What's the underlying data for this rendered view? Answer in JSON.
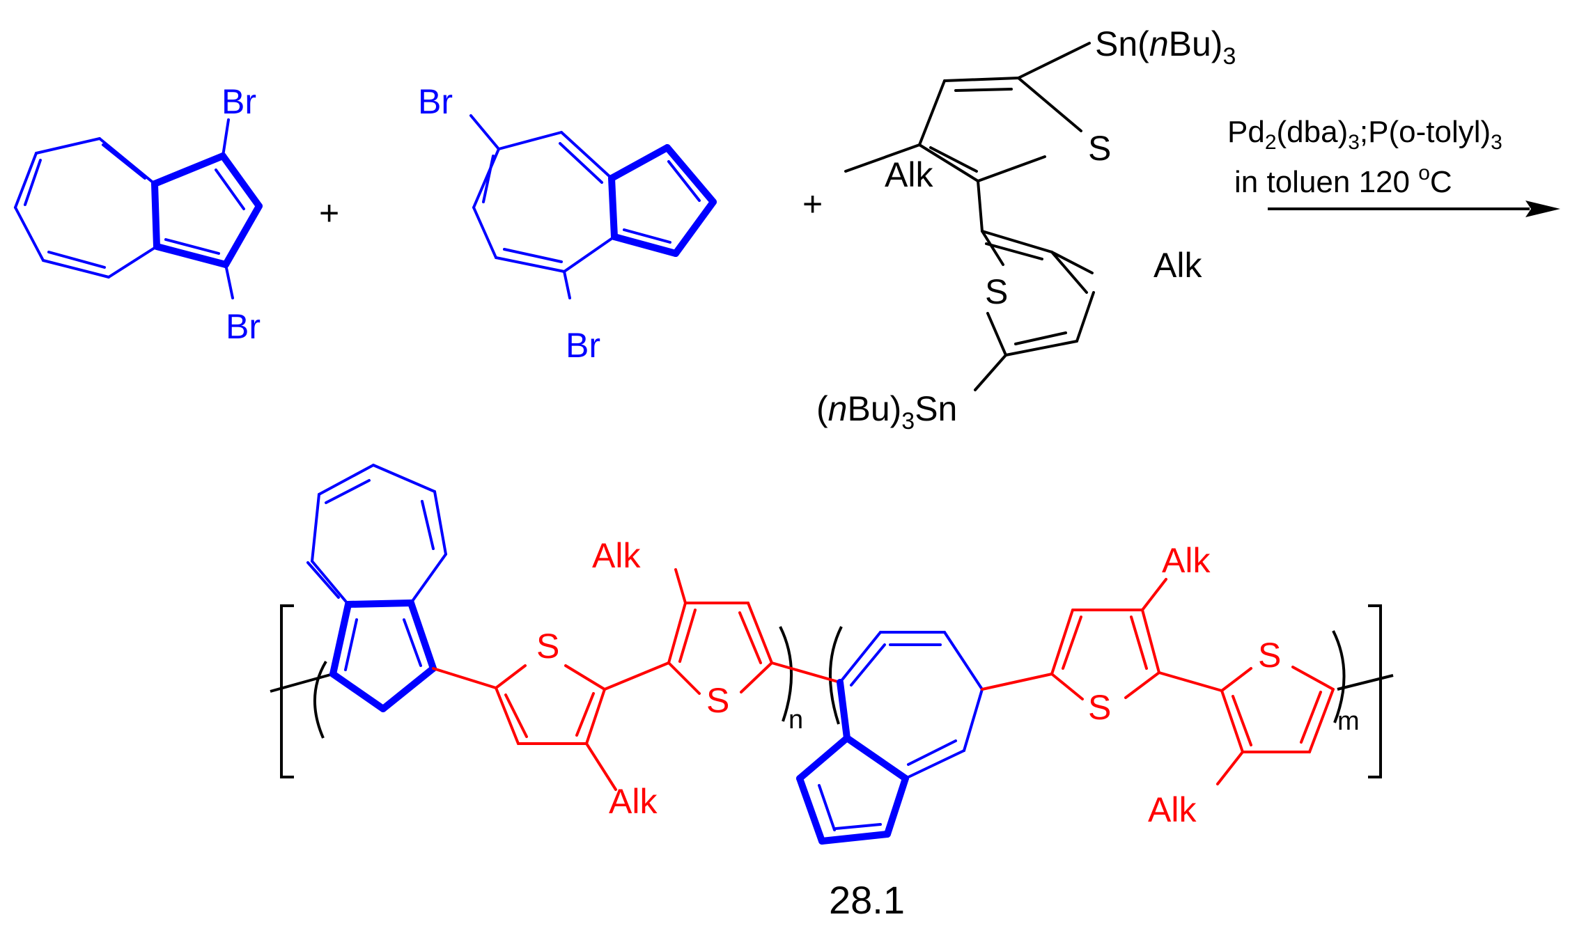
{
  "colors": {
    "azulene": "#0000ff",
    "thiophene": "#ff0000",
    "reagent": "#000000",
    "bracket": "#000000"
  },
  "reactants": {
    "r1": {
      "br_top": "Br",
      "br_bottom": "Br"
    },
    "plus1": "+",
    "r2": {
      "br_top": "Br",
      "br_bottom": "Br"
    },
    "plus2": "+",
    "r3": {
      "sn_top_pre": "Sn(",
      "sn_top_ital": "n",
      "sn_top_post": "Bu)",
      "sn_top_sub": "3",
      "alk_left": "Alk",
      "s_top": "S",
      "s_bottom": "S",
      "alk_right": "Alk",
      "sn_bottom_pre": "(",
      "sn_bottom_ital": "n",
      "sn_bottom_mid": "Bu)",
      "sn_bottom_sub": "3",
      "sn_bottom_post": "Sn"
    }
  },
  "conditions": {
    "line1_a": "Pd",
    "line1_sub1": "2",
    "line1_b": "(dba)",
    "line1_sub2": "3",
    "line1_c": ";P(o-tolyl)",
    "line1_sub3": "3",
    "line2_a": "in toluen 120 ",
    "line2_sup": "o",
    "line2_b": "C"
  },
  "product": {
    "alk1": "Alk",
    "s1": "S",
    "alk2": "Alk",
    "s2": "S",
    "n_sub": "n",
    "alk3": "Alk",
    "s3": "S",
    "s4": "S",
    "alk4": "Alk",
    "m_sub": "m",
    "label": "28.1"
  }
}
